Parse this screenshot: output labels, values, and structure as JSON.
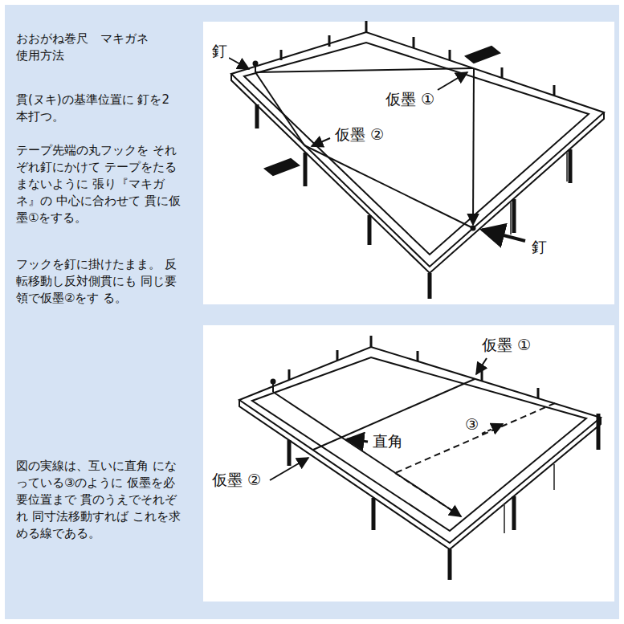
{
  "diagram": {
    "title": "おおがね巻尺　マキガネ 使用方法",
    "labels": [
      "貫(ヌキ)の基準位置に 釘を2本打つ。",
      "テープ先端の丸フックを それぞれ釘にかけて テープをたるまないように 張り『マキガネ』の 中心に合わせて 貫に仮墨①をする。",
      "フックを釘に掛けたまま。 反転移動し反対側貫にも 同じ要領で仮墨②をす る。",
      "図の実線は、互いに直角 になっている③のように 仮墨を必要位置まで 貫のうえでそれぞれ 同寸法移動すれば これを求める線である。",
      "釘",
      "仮墨 ①",
      "仮墨 ②",
      "釘",
      "仮墨 ①",
      "直角",
      "③",
      "仮墨 ②"
    ]
  }
}
